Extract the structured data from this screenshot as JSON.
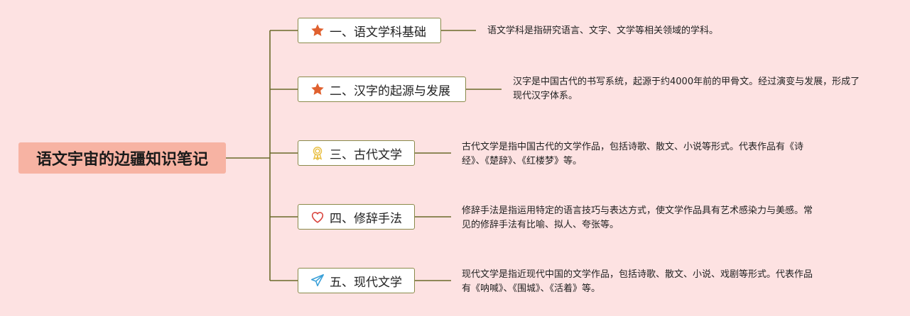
{
  "root": {
    "title": "语文宇宙的边疆知识笔记"
  },
  "branches": [
    {
      "icon": "star-icon",
      "icon_color": "#e0612f",
      "label": "一、语文学科基础",
      "desc": "语文学科是指研究语言、文字、文学等相关领域的学科。"
    },
    {
      "icon": "star-icon",
      "icon_color": "#e0612f",
      "label": "二、汉字的起源与发展",
      "desc": "汉字是中国古代的书写系统，起源于约4000年前的甲骨文。经过演变与发展，形成了现代汉字体系。"
    },
    {
      "icon": "award-ribbon-icon",
      "icon_color": "#e9c046",
      "label": "三、古代文学",
      "desc": "古代文学是指中国古代的文学作品，包括诗歌、散文、小说等形式。代表作品有《诗经》、《楚辞》、《红楼梦》等。"
    },
    {
      "icon": "heart-icon",
      "icon_color": "#d9463f",
      "label": "四、修辞手法",
      "desc": "修辞手法是指运用特定的语言技巧与表达方式，使文学作品具有艺术感染力与美感。常见的修辞手法有比喻、拟人、夸张等。"
    },
    {
      "icon": "paper-plane-icon",
      "icon_color": "#3aa0d8",
      "label": "五、现代文学",
      "desc": "现代文学是指近现代中国的文学作品，包括诗歌、散文、小说、戏剧等形式。代表作品有《呐喊》、《围城》、《活着》等。"
    }
  ],
  "colors": {
    "background": "#fde2e2",
    "root_fill": "#f7b3a3",
    "connector": "#6b6b2a"
  }
}
